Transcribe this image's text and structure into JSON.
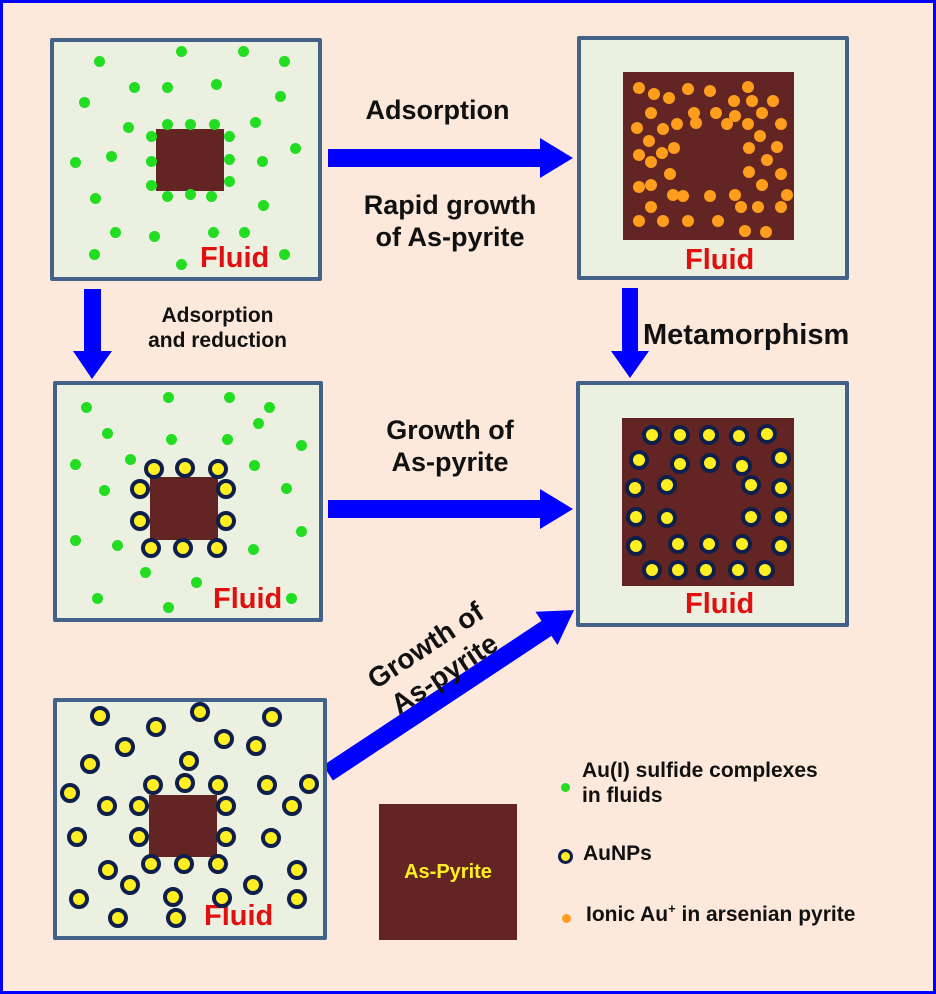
{
  "panels": {
    "p1": {
      "fluid_label": "Fluid"
    },
    "p2": {
      "fluid_label": "Fluid"
    },
    "p3": {
      "fluid_label": "Fluid"
    },
    "p4": {
      "fluid_label": "Fluid"
    },
    "p5": {
      "fluid_label": "Fluid"
    }
  },
  "arrows": {
    "top_right": {
      "label_above": "Adsorption",
      "label_below_1": "Rapid growth",
      "label_below_2": "of As-pyrite"
    },
    "left_down": {
      "label_1": "Adsorption",
      "label_2": "and reduction"
    },
    "right_down": {
      "label": "Metamorphism"
    },
    "middle_right": {
      "label_1": "Growth of",
      "label_2": "As-pyrite"
    },
    "diagonal": {
      "label_1": "Growth of",
      "label_2": "As-pyrite"
    }
  },
  "legend": {
    "pyrite_label": "As-Pyrite",
    "items": [
      {
        "symbol": "green-dot",
        "line1": "Au(I) sulfide complexes",
        "line2": "in fluids"
      },
      {
        "symbol": "aunp-ring",
        "line1": "AuNPs"
      },
      {
        "symbol": "orange-dot",
        "line1": "Ionic Au",
        "sup": "+",
        "line1_rest": " in arsenian pyrite"
      }
    ]
  },
  "colors": {
    "arrow": "#0000ff",
    "fluid_text": "#e01010",
    "pyrite": "#632523",
    "green": "#22dd22",
    "orange": "#ff9d1c",
    "aunp_fill": "#ffee22",
    "aunp_ring": "#0d1f4a"
  }
}
